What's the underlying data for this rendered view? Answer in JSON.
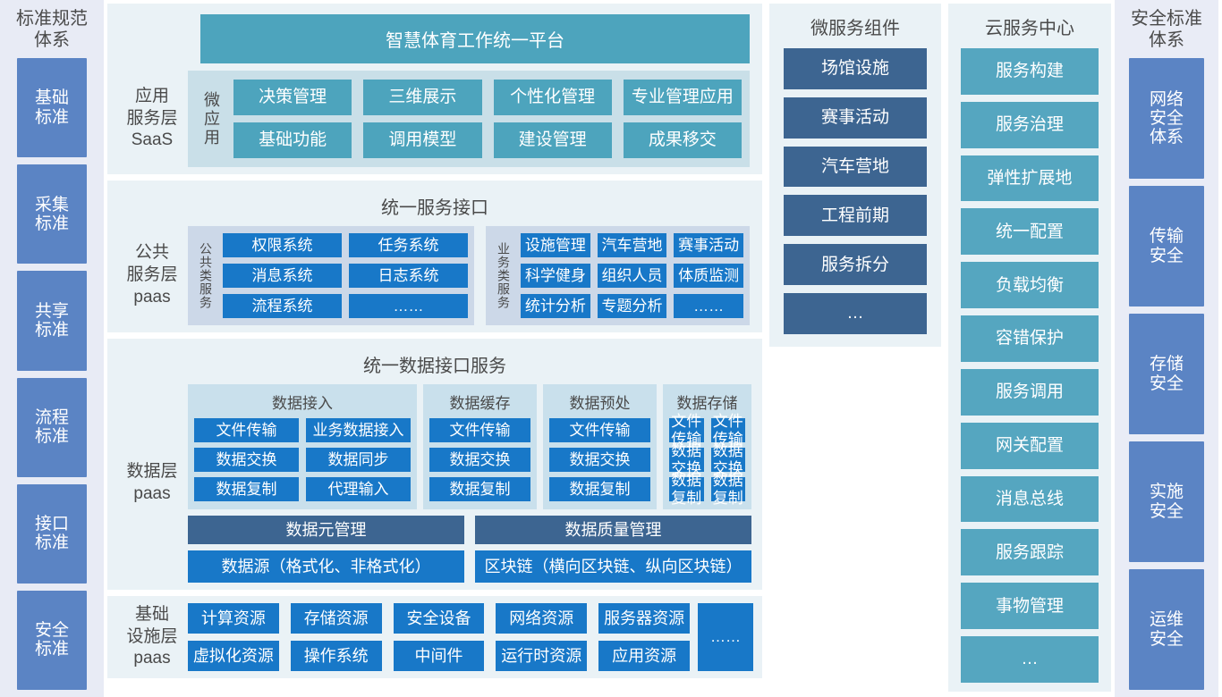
{
  "left_sidebar": {
    "title": "标准规范\n体系",
    "items": [
      {
        "label": "基础\n标准"
      },
      {
        "label": "采集\n标准"
      },
      {
        "label": "共享\n标准"
      },
      {
        "label": "流程\n标准"
      },
      {
        "label": "接口\n标准"
      },
      {
        "label": "安全\n标准"
      }
    ]
  },
  "application_layer": {
    "layer_label": "应用\n服务层\nSaaS",
    "header": "智慧体育工作统一平台",
    "group_label": "微应用",
    "items": [
      "决策管理",
      "三维展示",
      "个性化管理",
      "专业管理应用",
      "基础功能",
      "调用模型",
      "建设管理",
      "成果移交"
    ]
  },
  "service_layer": {
    "layer_label": "公共\n服务层\npaas",
    "title": "统一服务接口",
    "groups": [
      {
        "vertical_label": "公共类服务",
        "items": [
          "权限系统",
          "任务系统",
          "消息系统",
          "日志系统",
          "流程系统",
          "……"
        ]
      },
      {
        "vertical_label": "业务类服务",
        "items": [
          "设施管理",
          "汽车营地",
          "赛事活动",
          "科学健身",
          "组织人员",
          "体质监测",
          "统计分析",
          "专题分析",
          "……"
        ]
      }
    ]
  },
  "data_layer": {
    "layer_label": "数据层\npaas",
    "title": "统一数据接口服务",
    "groups": [
      {
        "title": "数据接入",
        "columns": 2,
        "items": [
          "文件传输",
          "业务数据接入",
          "数据交换",
          "数据同步",
          "数据复制",
          "代理输入"
        ]
      },
      {
        "title": "数据缓存",
        "columns": 1,
        "items": [
          "文件传输",
          "数据交换",
          "数据复制"
        ]
      },
      {
        "title": "数据预处",
        "columns": 1,
        "items": [
          "文件传输",
          "数据交换",
          "数据复制"
        ]
      },
      {
        "title": "数据存储",
        "columns": 2,
        "items": [
          "文件传输",
          "文件传输",
          "数据交换",
          "数据交换",
          "数据复制",
          "数据复制"
        ]
      }
    ],
    "management_row": [
      "数据元管理",
      "数据质量管理"
    ],
    "source_row": [
      "数据源（格式化、非格式化）",
      "区块链（横向区块链、纵向区块链）"
    ]
  },
  "infrastructure_layer": {
    "layer_label": "基础\n设施层\npaas",
    "items": [
      "计算资源",
      "存储资源",
      "安全设备",
      "网络资源",
      "服务器资源",
      "虚拟化资源",
      "操作系统",
      "中间件",
      "运行时资源",
      "应用资源"
    ],
    "more": "……"
  },
  "microservice_column": {
    "title": "微服务组件",
    "items": [
      "场馆设施",
      "赛事活动",
      "汽车营地",
      "工程前期",
      "服务拆分",
      "…"
    ]
  },
  "cloud_column": {
    "title": "云服务中心",
    "items": [
      "服务构建",
      "服务治理",
      "弹性扩展地",
      "统一配置",
      "负载均衡",
      "容错保护",
      "服务调用",
      "网关配置",
      "消息总线",
      "服务跟踪",
      "事物管理",
      "…"
    ]
  },
  "right_sidebar": {
    "title": "安全标准\n体系",
    "items": [
      {
        "label": "网络\n安全\n体系"
      },
      {
        "label": "传输\n安全"
      },
      {
        "label": "存储\n安全"
      },
      {
        "label": "实施\n安全"
      },
      {
        "label": "运维\n安全"
      }
    ]
  },
  "colors": {
    "sidebar_bg": "#e8ebf5",
    "sidebar_box": "#5b84c4",
    "panel_bg": "#eaf2f6",
    "teal": "#4da4bd",
    "teal_light": "#c9dfe8",
    "blue": "#1878c8",
    "slate": "#3d6591",
    "cloud_box": "#55a6c0",
    "data_group_bg": "#c9e0ec",
    "svc_group_bg": "#ccd8e8"
  }
}
